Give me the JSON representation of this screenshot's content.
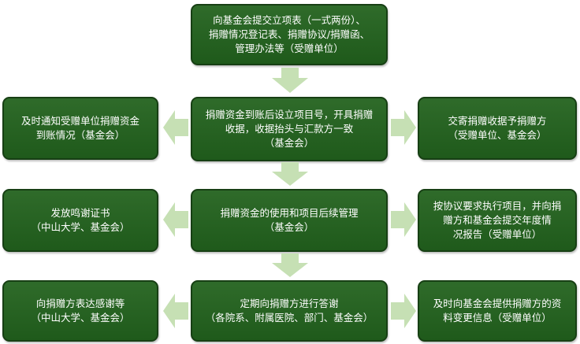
{
  "nodes": [
    {
      "id": "submit-forms",
      "text": "向基金会提交立项表（一式两份）、\n捐赠情况登记表、捐赠协议/捐赠函、\n管理办法等（受赠单位）"
    },
    {
      "id": "notify-funds",
      "text": "及时通知受赠单位捐赠资金\n到账情况（基金会）"
    },
    {
      "id": "setup-project",
      "text": "捐赠资金到账后设立项目号，开具捐赠\n收据，收据抬头与汇款方一致\n（基金会）"
    },
    {
      "id": "send-receipt",
      "text": "交寄捐赠收据予捐赠方\n（受赠单位、基金会）"
    },
    {
      "id": "issue-certificate",
      "text": "发放鸣谢证书\n（中山大学、基金会）"
    },
    {
      "id": "fund-management",
      "text": "捐赠资金的使用和项目后续管理\n（基金会）"
    },
    {
      "id": "execute-report",
      "text": "按协议要求执行项目，并向捐\n赠方和基金会提交年度情\n况报告（受赠单位）"
    },
    {
      "id": "express-thanks",
      "text": "向捐赠方表达感谢等\n（中山大学、基金会）"
    },
    {
      "id": "regular-thanks",
      "text": "定期向捐赠方进行答谢\n（各院系、附属医院、部门、基金会）"
    },
    {
      "id": "provide-info",
      "text": "及时向基金会提供捐赠方的资\n料变更信息（受赠单位）"
    }
  ],
  "colors": {
    "box": "#235f1f",
    "border": "#173f14",
    "arrow": "#c6e0b4",
    "text": "#ffffff"
  }
}
